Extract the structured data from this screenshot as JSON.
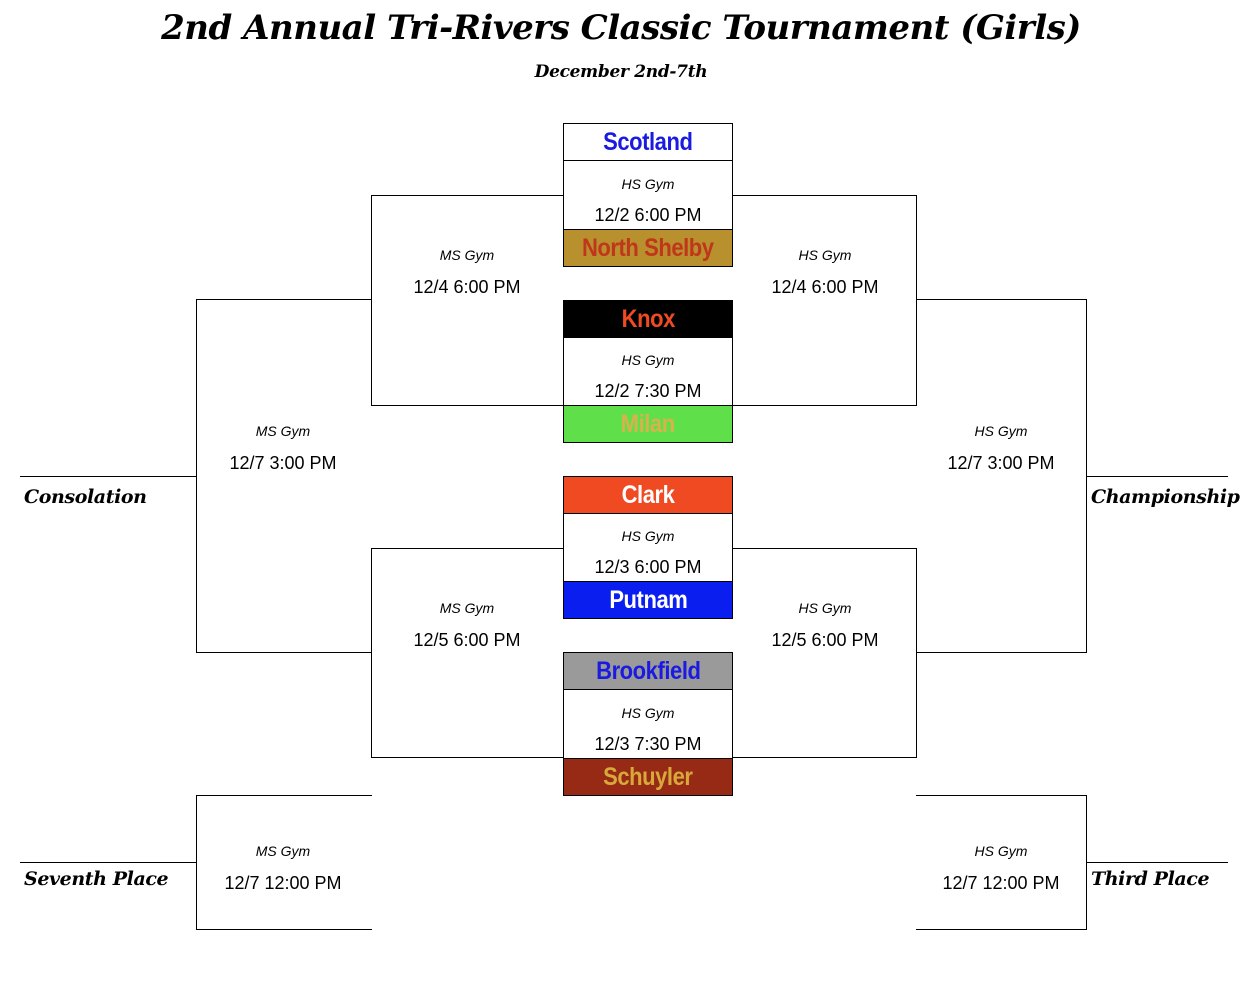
{
  "header": {
    "title": "2nd Annual Tri-Rivers Classic Tournament (Girls)",
    "subtitle": "December 2nd-7th"
  },
  "teams": [
    {
      "name": "Scotland",
      "bg": "#ffffff",
      "fg": "#1a1ae0"
    },
    {
      "name": "North Shelby",
      "bg": "#b8902e",
      "fg": "#c0361a"
    },
    {
      "name": "Knox",
      "bg": "#000000",
      "fg": "#f04a23"
    },
    {
      "name": "Milan",
      "bg": "#5fe04a",
      "fg": "#d8b24a"
    },
    {
      "name": "Clark",
      "bg": "#f04a23",
      "fg": "#ffffff"
    },
    {
      "name": "Putnam",
      "bg": "#0a1ef0",
      "fg": "#ffffff"
    },
    {
      "name": "Brookfield",
      "bg": "#9a9a9a",
      "fg": "#1a1ae0"
    },
    {
      "name": "Schuyler",
      "bg": "#962a14",
      "fg": "#d8a83a"
    }
  ],
  "games": {
    "g1": {
      "venue": "HS Gym",
      "time": "12/2 6:00 PM"
    },
    "g2": {
      "venue": "HS Gym",
      "time": "12/2 7:30 PM"
    },
    "g3": {
      "venue": "HS Gym",
      "time": "12/3 6:00 PM"
    },
    "g4": {
      "venue": "HS Gym",
      "time": "12/3 7:30 PM"
    },
    "cons_semi_top": {
      "venue": "MS Gym",
      "time": "12/4 6:00 PM"
    },
    "win_semi_top": {
      "venue": "HS Gym",
      "time": "12/4 6:00 PM"
    },
    "cons_semi_bot": {
      "venue": "MS Gym",
      "time": "12/5 6:00 PM"
    },
    "win_semi_bot": {
      "venue": "HS Gym",
      "time": "12/5 6:00 PM"
    },
    "consolation_final": {
      "venue": "MS Gym",
      "time": "12/7 3:00 PM"
    },
    "championship_final": {
      "venue": "HS Gym",
      "time": "12/7 3:00 PM"
    },
    "seventh_place": {
      "venue": "MS Gym",
      "time": "12/7 12:00 PM"
    },
    "third_place": {
      "venue": "HS Gym",
      "time": "12/7 12:00 PM"
    }
  },
  "labels": {
    "consolation": "Consolation",
    "championship": "Championship",
    "seventh": "Seventh Place",
    "third": "Third Place"
  }
}
